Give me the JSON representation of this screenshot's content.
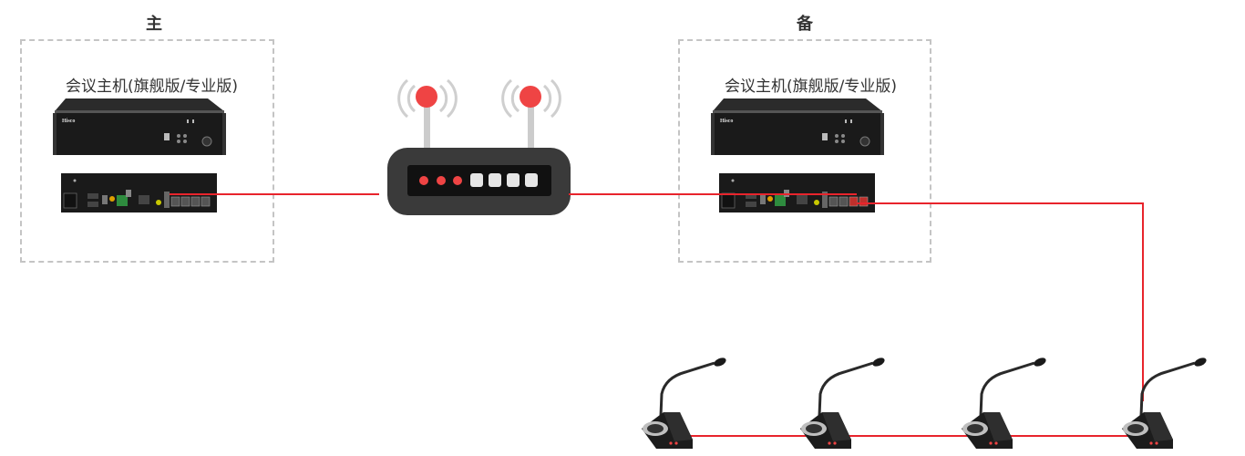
{
  "primary": {
    "label": "主",
    "device_label": "会议主机(旗舰版/专业版)",
    "brand": "Hisco"
  },
  "backup": {
    "label": "备",
    "device_label": "会议主机(旗舰版/专业版)",
    "brand": "Hisco"
  },
  "router": {
    "icon": "wifi-router-icon"
  },
  "microphones": {
    "count": 4,
    "icon": "conference-microphone-icon"
  },
  "colors": {
    "cable": "#e8242c",
    "rack_unit": "#1a1a1a",
    "router_body": "#3a3a3a",
    "antenna_tip": "#ef4444",
    "dashed_border": "#c4c4c4"
  }
}
